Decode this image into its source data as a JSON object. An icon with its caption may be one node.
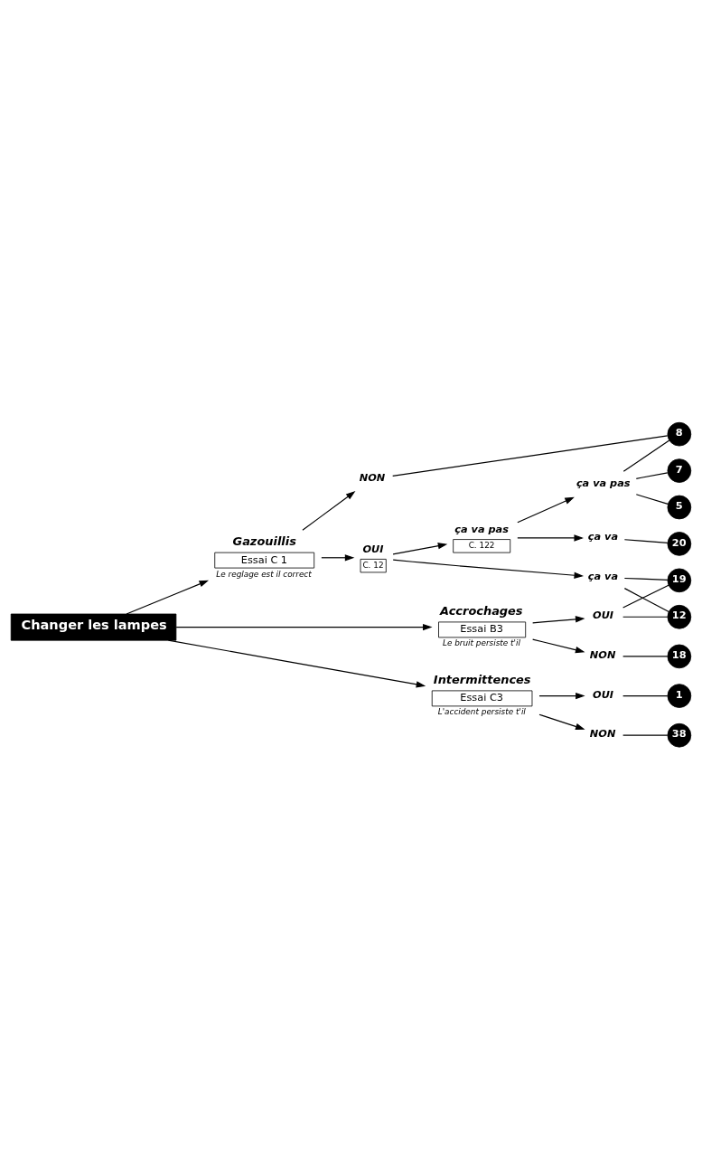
{
  "diagram": {
    "nodes": [
      {
        "text": [
          "Changer les lampes"
        ]
      },
      {
        "text": [
          "Gazouillis",
          "Essai C 1",
          "Le reglage est il correct"
        ]
      },
      {
        "text": [
          "Accrochages",
          "Essai B3",
          "Le bruit persiste t'il"
        ]
      },
      {
        "text": [
          "Intermittences",
          "Essai C3",
          "L'accident persiste t'il"
        ]
      },
      {
        "text": [
          "NON"
        ]
      },
      {
        "text": [
          "OUI",
          "C. 12"
        ]
      },
      {
        "text": [
          "ça va pas",
          "C. 122"
        ]
      },
      {
        "text": [
          "ça va"
        ]
      },
      {
        "text": [
          "ça va pas"
        ]
      },
      {
        "text": [
          "ça va"
        ]
      },
      {
        "text": [
          "OUI"
        ]
      },
      {
        "text": [
          "NON"
        ]
      },
      {
        "text": [
          "OUI"
        ]
      },
      {
        "text": [
          "NON"
        ]
      },
      {
        "text": [
          "8"
        ]
      },
      {
        "text": [
          "7"
        ]
      },
      {
        "text": [
          "5"
        ]
      },
      {
        "text": [
          "20"
        ]
      },
      {
        "text": [
          "19"
        ]
      },
      {
        "text": [
          "12"
        ]
      },
      {
        "text": [
          "18"
        ]
      },
      {
        "text": [
          "1"
        ]
      },
      {
        "text": [
          "38"
        ]
      }
    ],
    "edges": [
      {
        "from": 0,
        "to": 1,
        "arrow": "to"
      },
      {
        "from": 0,
        "to": 2,
        "arrow": "to"
      },
      {
        "from": 0,
        "to": 3,
        "arrow": "to"
      },
      {
        "from": 1,
        "to": 4,
        "arrow": "to"
      },
      {
        "from": 1,
        "to": 5,
        "arrow": "to"
      },
      {
        "from": 5,
        "to": 6,
        "arrow": "to"
      },
      {
        "from": 5,
        "to": 7,
        "arrow": "to"
      },
      {
        "from": 6,
        "to": 8,
        "arrow": "to"
      },
      {
        "from": 6,
        "to": 9,
        "arrow": "to"
      },
      {
        "from": 2,
        "to": 10,
        "arrow": "to"
      },
      {
        "from": 2,
        "to": 11,
        "arrow": "to"
      },
      {
        "from": 3,
        "to": 12,
        "arrow": "to"
      },
      {
        "from": 3,
        "to": 13,
        "arrow": "to"
      },
      {
        "from": 4,
        "to": 14,
        "arrow": "none"
      },
      {
        "from": 8,
        "to": 14,
        "arrow": "none"
      },
      {
        "from": 8,
        "to": 15,
        "arrow": "none"
      },
      {
        "from": 8,
        "to": 16,
        "arrow": "none"
      },
      {
        "from": 9,
        "to": 17,
        "arrow": "none"
      },
      {
        "from": 7,
        "to": 18,
        "arrow": "none"
      },
      {
        "from": 7,
        "to": 19,
        "arrow": "none"
      },
      {
        "from": 10,
        "to": 18,
        "arrow": "none"
      },
      {
        "from": 10,
        "to": 19,
        "arrow": "none"
      },
      {
        "from": 11,
        "to": 20,
        "arrow": "none"
      },
      {
        "from": 12,
        "to": 21,
        "arrow": "none"
      },
      {
        "from": 13,
        "to": 22,
        "arrow": "none"
      }
    ]
  }
}
